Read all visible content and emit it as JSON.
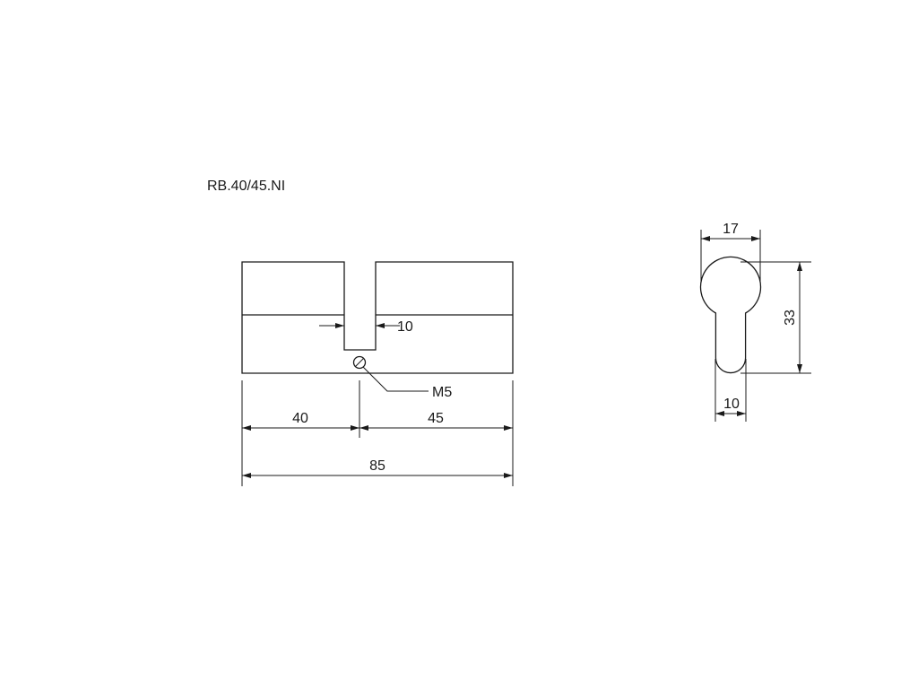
{
  "title": "RB.40/45.NI",
  "side_view": {
    "slot_width_label": "10",
    "screw_label": "M5",
    "left_length_label": "40",
    "right_length_label": "45",
    "total_length_label": "85"
  },
  "profile_view": {
    "top_width_label": "17",
    "height_label": "33",
    "bottom_width_label": "10"
  }
}
